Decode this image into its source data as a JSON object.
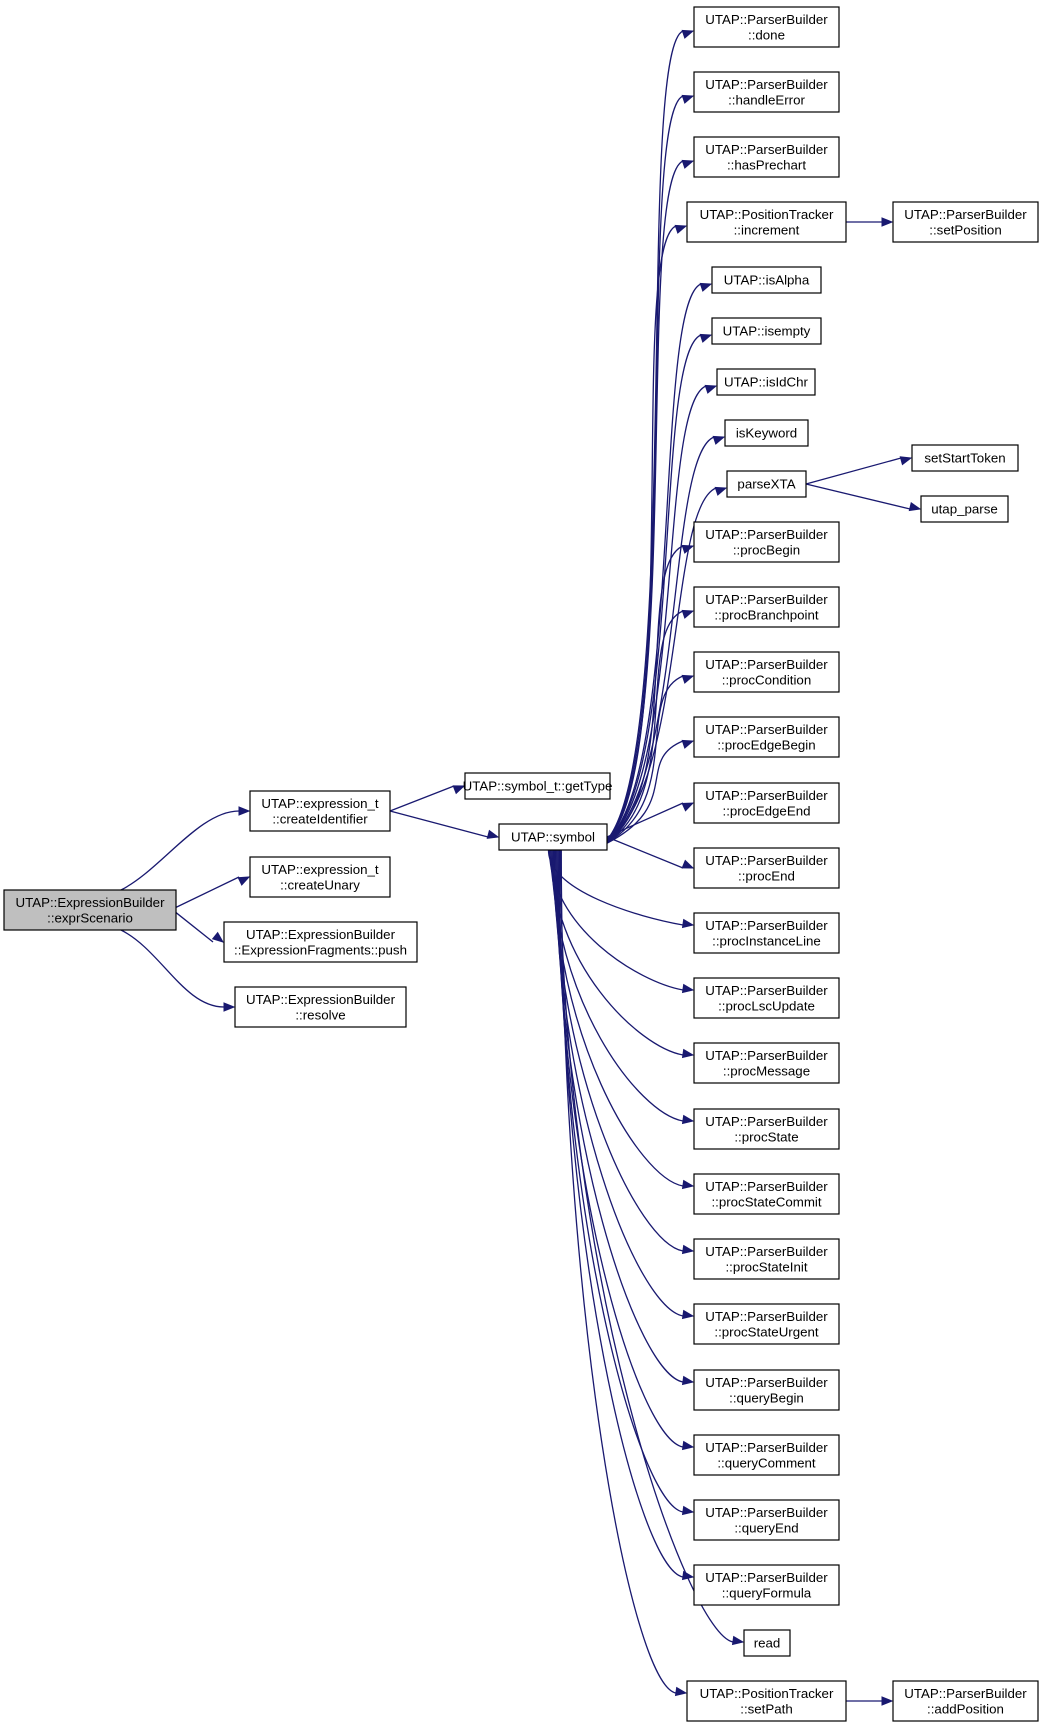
{
  "colors": {
    "edge": "#191970",
    "root_fill": "#bfbfbf",
    "node_fill": "#ffffff",
    "border": "#000000"
  },
  "nodes": [
    {
      "id": "exprScenario",
      "lines": [
        "UTAP::ExpressionBuilder",
        "::exprScenario"
      ],
      "root": true
    },
    {
      "id": "createIdentifier",
      "lines": [
        "UTAP::expression_t",
        "::createIdentifier"
      ]
    },
    {
      "id": "createUnary",
      "lines": [
        "UTAP::expression_t",
        "::createUnary"
      ]
    },
    {
      "id": "push",
      "lines": [
        "UTAP::ExpressionBuilder",
        "::ExpressionFragments::push"
      ]
    },
    {
      "id": "resolve",
      "lines": [
        "UTAP::ExpressionBuilder",
        "::resolve"
      ]
    },
    {
      "id": "getType",
      "lines": [
        "UTAP::symbol_t::getType"
      ]
    },
    {
      "id": "symbol",
      "lines": [
        "UTAP::symbol"
      ]
    },
    {
      "id": "done",
      "lines": [
        "UTAP::ParserBuilder",
        "::done"
      ]
    },
    {
      "id": "handleError",
      "lines": [
        "UTAP::ParserBuilder",
        "::handleError"
      ]
    },
    {
      "id": "hasPrechart",
      "lines": [
        "UTAP::ParserBuilder",
        "::hasPrechart"
      ]
    },
    {
      "id": "increment",
      "lines": [
        "UTAP::PositionTracker",
        "::increment"
      ]
    },
    {
      "id": "setPosition",
      "lines": [
        "UTAP::ParserBuilder",
        "::setPosition"
      ]
    },
    {
      "id": "isAlpha",
      "lines": [
        "UTAP::isAlpha"
      ]
    },
    {
      "id": "isempty",
      "lines": [
        "UTAP::isempty"
      ]
    },
    {
      "id": "isIdChr",
      "lines": [
        "UTAP::isIdChr"
      ]
    },
    {
      "id": "isKeyword",
      "lines": [
        "isKeyword"
      ]
    },
    {
      "id": "parseXTA",
      "lines": [
        "parseXTA"
      ]
    },
    {
      "id": "setStartToken",
      "lines": [
        "setStartToken"
      ]
    },
    {
      "id": "utap_parse",
      "lines": [
        "utap_parse"
      ]
    },
    {
      "id": "procBegin",
      "lines": [
        "UTAP::ParserBuilder",
        "::procBegin"
      ]
    },
    {
      "id": "procBranchpoint",
      "lines": [
        "UTAP::ParserBuilder",
        "::procBranchpoint"
      ]
    },
    {
      "id": "procCondition",
      "lines": [
        "UTAP::ParserBuilder",
        "::procCondition"
      ]
    },
    {
      "id": "procEdgeBegin",
      "lines": [
        "UTAP::ParserBuilder",
        "::procEdgeBegin"
      ]
    },
    {
      "id": "procEdgeEnd",
      "lines": [
        "UTAP::ParserBuilder",
        "::procEdgeEnd"
      ]
    },
    {
      "id": "procEnd",
      "lines": [
        "UTAP::ParserBuilder",
        "::procEnd"
      ]
    },
    {
      "id": "procInstanceLine",
      "lines": [
        "UTAP::ParserBuilder",
        "::procInstanceLine"
      ]
    },
    {
      "id": "procLscUpdate",
      "lines": [
        "UTAP::ParserBuilder",
        "::procLscUpdate"
      ]
    },
    {
      "id": "procMessage",
      "lines": [
        "UTAP::ParserBuilder",
        "::procMessage"
      ]
    },
    {
      "id": "procState",
      "lines": [
        "UTAP::ParserBuilder",
        "::procState"
      ]
    },
    {
      "id": "procStateCommit",
      "lines": [
        "UTAP::ParserBuilder",
        "::procStateCommit"
      ]
    },
    {
      "id": "procStateInit",
      "lines": [
        "UTAP::ParserBuilder",
        "::procStateInit"
      ]
    },
    {
      "id": "procStateUrgent",
      "lines": [
        "UTAP::ParserBuilder",
        "::procStateUrgent"
      ]
    },
    {
      "id": "queryBegin",
      "lines": [
        "UTAP::ParserBuilder",
        "::queryBegin"
      ]
    },
    {
      "id": "queryComment",
      "lines": [
        "UTAP::ParserBuilder",
        "::queryComment"
      ]
    },
    {
      "id": "queryEnd",
      "lines": [
        "UTAP::ParserBuilder",
        "::queryEnd"
      ]
    },
    {
      "id": "queryFormula",
      "lines": [
        "UTAP::ParserBuilder",
        "::queryFormula"
      ]
    },
    {
      "id": "read",
      "lines": [
        "read"
      ]
    },
    {
      "id": "setPath",
      "lines": [
        "UTAP::PositionTracker",
        "::setPath"
      ]
    },
    {
      "id": "addPosition",
      "lines": [
        "UTAP::ParserBuilder",
        "::addPosition"
      ]
    }
  ],
  "edges": [
    [
      "exprScenario",
      "createIdentifier"
    ],
    [
      "exprScenario",
      "createUnary"
    ],
    [
      "exprScenario",
      "push"
    ],
    [
      "exprScenario",
      "resolve"
    ],
    [
      "createIdentifier",
      "getType"
    ],
    [
      "createIdentifier",
      "symbol"
    ],
    [
      "symbol",
      "done"
    ],
    [
      "symbol",
      "handleError"
    ],
    [
      "symbol",
      "hasPrechart"
    ],
    [
      "symbol",
      "increment"
    ],
    [
      "symbol",
      "isAlpha"
    ],
    [
      "symbol",
      "isempty"
    ],
    [
      "symbol",
      "isIdChr"
    ],
    [
      "symbol",
      "isKeyword"
    ],
    [
      "symbol",
      "parseXTA"
    ],
    [
      "symbol",
      "procBegin"
    ],
    [
      "symbol",
      "procBranchpoint"
    ],
    [
      "symbol",
      "procCondition"
    ],
    [
      "symbol",
      "procEdgeBegin"
    ],
    [
      "symbol",
      "procEdgeEnd"
    ],
    [
      "symbol",
      "procEnd"
    ],
    [
      "symbol",
      "procInstanceLine"
    ],
    [
      "symbol",
      "procLscUpdate"
    ],
    [
      "symbol",
      "procMessage"
    ],
    [
      "symbol",
      "procState"
    ],
    [
      "symbol",
      "procStateCommit"
    ],
    [
      "symbol",
      "procStateInit"
    ],
    [
      "symbol",
      "procStateUrgent"
    ],
    [
      "symbol",
      "queryBegin"
    ],
    [
      "symbol",
      "queryComment"
    ],
    [
      "symbol",
      "queryEnd"
    ],
    [
      "symbol",
      "queryFormula"
    ],
    [
      "symbol",
      "read"
    ],
    [
      "symbol",
      "setPath"
    ],
    [
      "increment",
      "setPosition"
    ],
    [
      "parseXTA",
      "setStartToken"
    ],
    [
      "parseXTA",
      "utap_parse"
    ],
    [
      "setPath",
      "addPosition"
    ]
  ]
}
